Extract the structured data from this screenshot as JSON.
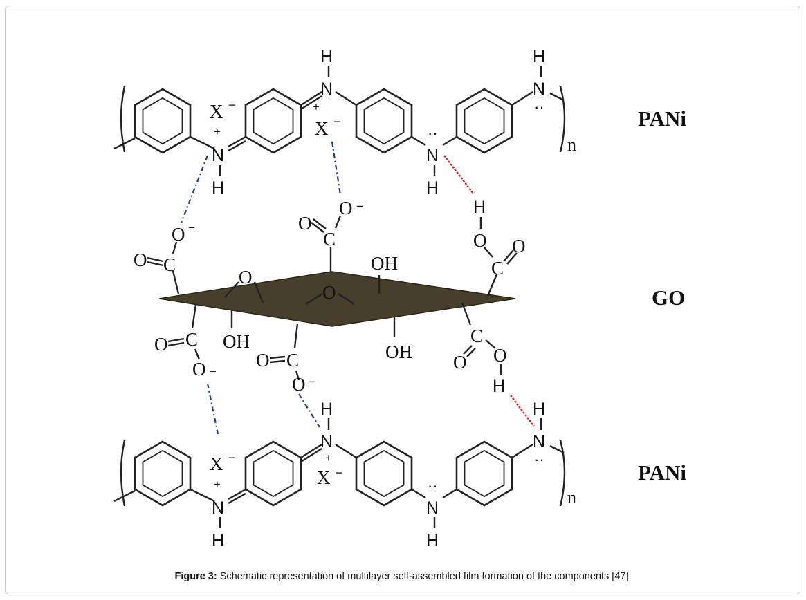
{
  "figure": {
    "caption_label": "Figure 3:",
    "caption_text": "Schematic representation of multilayer self-assembled film formation of the components [47]."
  },
  "diagram": {
    "labels": {
      "top": "PANi",
      "middle": "GO",
      "bottom": "PANi"
    },
    "repeat_subscript": "n",
    "atoms": {
      "H": "H",
      "N": "N",
      "O": "O",
      "C": "C",
      "X": "X",
      "OH": "OH",
      "minus": "−",
      "plus": "+",
      "lone_pair": "··",
      "charge_minus": "−"
    }
  }
}
